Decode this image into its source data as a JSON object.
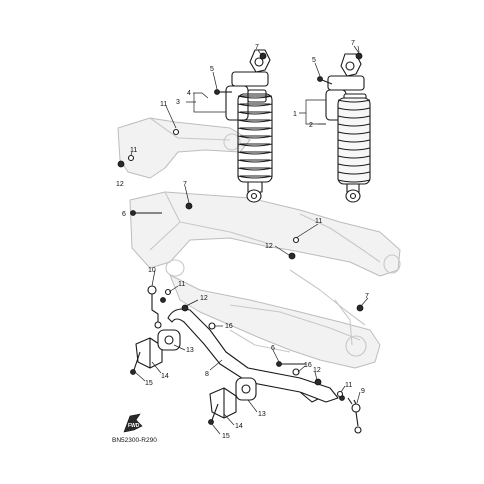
{
  "callouts": {
    "c7a": "7",
    "c7b": "7",
    "c7c": "7",
    "c7d": "7",
    "c5a": "5",
    "c5b": "5",
    "c4": "4",
    "c3": "3",
    "c1": "1",
    "c2": "2",
    "c11a": "11",
    "c11b": "11",
    "c11c": "11",
    "c11d": "11",
    "c11e": "11",
    "c12a": "12",
    "c12b": "12",
    "c12c": "12",
    "c12d": "12",
    "c6a": "6",
    "c6b": "6",
    "c10": "10",
    "c16a": "16",
    "c16b": "16",
    "c13a": "13",
    "c13b": "13",
    "c14a": "14",
    "c14b": "14",
    "c15a": "15",
    "c15b": "15",
    "c8": "8",
    "c9": "9"
  },
  "fwd_label": "FWD",
  "diagram_code": "BN52300-R290"
}
